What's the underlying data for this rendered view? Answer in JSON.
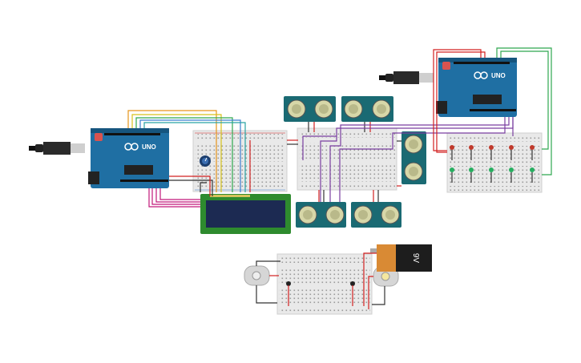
{
  "colors": {
    "board": "#1f6fa3",
    "board_dark": "#16557e",
    "breadboard": "#e9e9e9",
    "breadboard_edge": "#cfcfcf",
    "lcd_green": "#2e8b2e",
    "lcd_screen": "#1c2a52",
    "sensor_pcb": "#1a6a73",
    "battery_black": "#1d1d1d",
    "battery_orange": "#d98a34",
    "motor_body": "#d6d6d6",
    "led_red": "#c0392b",
    "led_green": "#27ae60",
    "wire_red": "#d22020",
    "wire_green": "#2fa84f",
    "wire_purple": "#7a3fa0",
    "wire_magenta": "#c2187a",
    "wire_black": "#333333",
    "wire_orange": "#e6951c",
    "wire_blue": "#3a7fd0",
    "wire_yellow": "#d8c21a",
    "wire_teal": "#29a3a3"
  },
  "arduino_left": {
    "logo_text": "UNO"
  },
  "arduino_right": {
    "logo_text": "UNO"
  },
  "battery": {
    "label": "9V"
  },
  "icons": [
    "usb-cable-icon",
    "potentiometer-icon",
    "motor-icon"
  ]
}
